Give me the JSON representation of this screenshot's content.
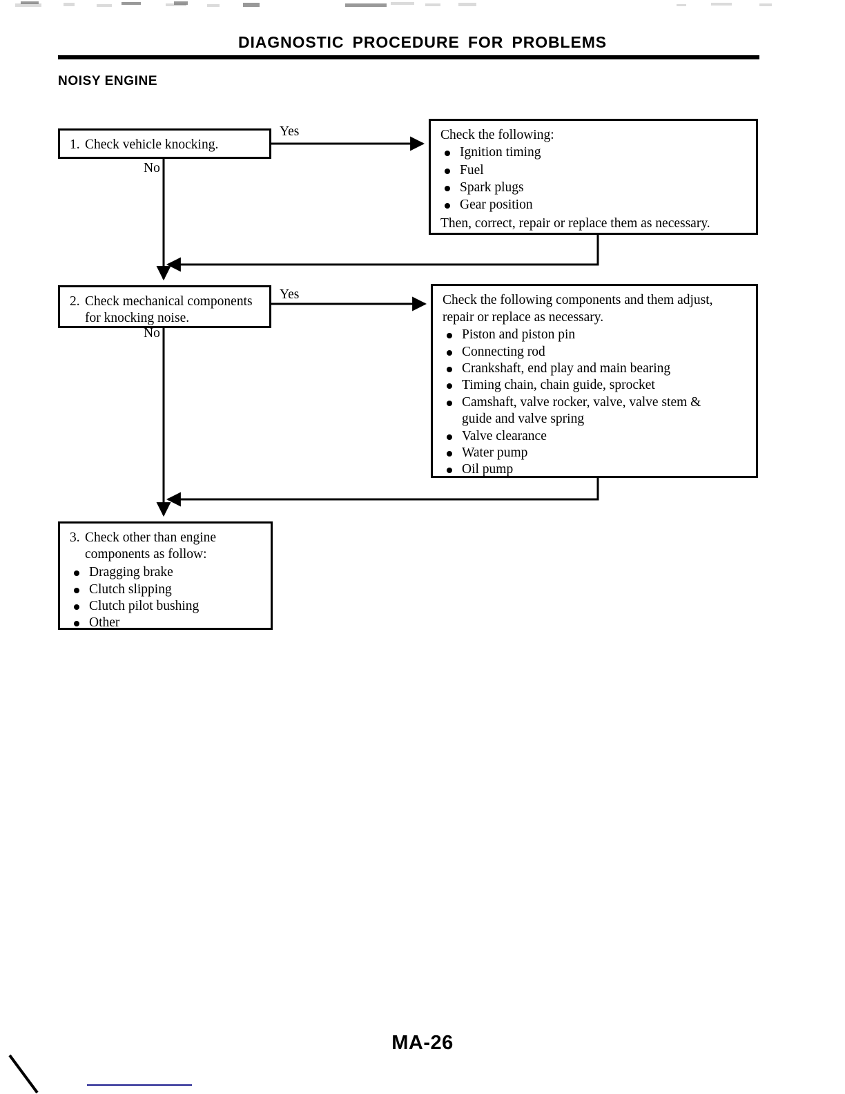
{
  "header": {
    "title": "DIAGNOSTIC PROCEDURE FOR PROBLEMS",
    "section": "NOISY ENGINE"
  },
  "flowchart": {
    "type": "flowchart",
    "nodes": {
      "step1": {
        "number": "1.",
        "text": "Check vehicle knocking."
      },
      "action1": {
        "lead": "Check the following:",
        "items": [
          "Ignition timing",
          "Fuel",
          "Spark plugs",
          "Gear position"
        ],
        "tail": "Then, correct, repair or replace them as necessary."
      },
      "step2": {
        "number": "2.",
        "line1": "Check mechanical components",
        "line2": "for knocking noise."
      },
      "action2": {
        "lead1": "Check the following components and them adjust,",
        "lead2": "repair or replace as necessary.",
        "items": [
          "Piston and piston pin",
          "Connecting rod",
          "Crankshaft, end play and main bearing",
          "Timing chain, chain guide, sprocket",
          "Camshaft, valve rocker, valve, valve stem &",
          "Valve clearance",
          "Water pump",
          "Oil pump"
        ],
        "item5_continuation": "guide and valve spring"
      },
      "step3": {
        "number": "3.",
        "line1": "Check other than engine",
        "line2": "components as follow:",
        "items": [
          "Dragging brake",
          "Clutch slipping",
          "Clutch pilot bushing",
          "Other"
        ]
      }
    },
    "branch_labels": {
      "yes1": "Yes",
      "no1": "No",
      "yes2": "Yes",
      "no2": "No"
    }
  },
  "footer": {
    "page_number": "MA-26"
  },
  "colors": {
    "ink": "#000000",
    "paper": "#ffffff",
    "blue_rule": "#1d1d8e"
  }
}
